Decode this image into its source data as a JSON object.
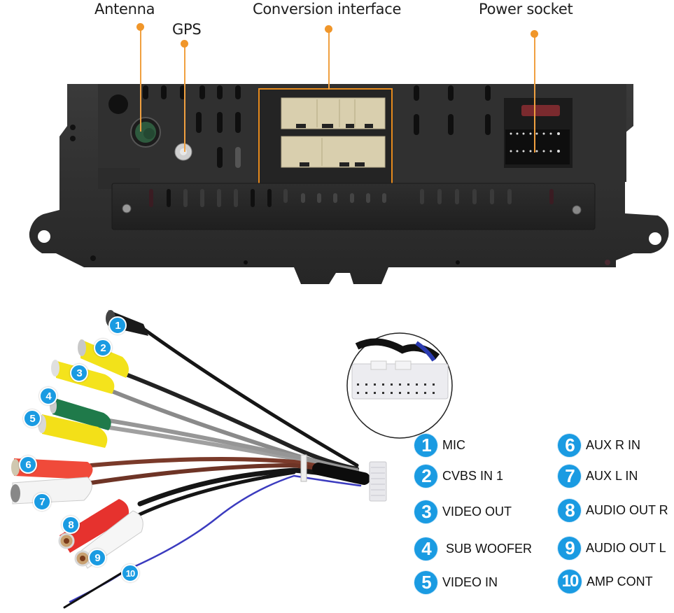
{
  "callouts": {
    "antenna": "Antenna",
    "gps": "GPS",
    "conversion_interface": "Conversion interface",
    "power_socket": "Power socket"
  },
  "colors": {
    "leader_orange": "#f0a040",
    "badge_blue": "#1a9be2",
    "device_body": "#2b2b2b"
  },
  "harness_numbers": [
    "1",
    "2",
    "3",
    "4",
    "5",
    "6",
    "7",
    "8",
    "9",
    "10"
  ],
  "legend": {
    "left": [
      {
        "num": "1",
        "label": "MIC"
      },
      {
        "num": "2",
        "label": "CVBS IN 1"
      },
      {
        "num": "3",
        "label": "VIDEO OUT"
      },
      {
        "num": "4",
        "label": "SUB WOOFER"
      },
      {
        "num": "5",
        "label": "VIDEO IN"
      }
    ],
    "right": [
      {
        "num": "6",
        "label": "AUX R IN"
      },
      {
        "num": "7",
        "label": "AUX L IN"
      },
      {
        "num": "8",
        "label": "AUDIO OUT R"
      },
      {
        "num": "9",
        "label": "AUDIO OUT L"
      },
      {
        "num": "10",
        "label": "AMP CONT"
      }
    ]
  }
}
